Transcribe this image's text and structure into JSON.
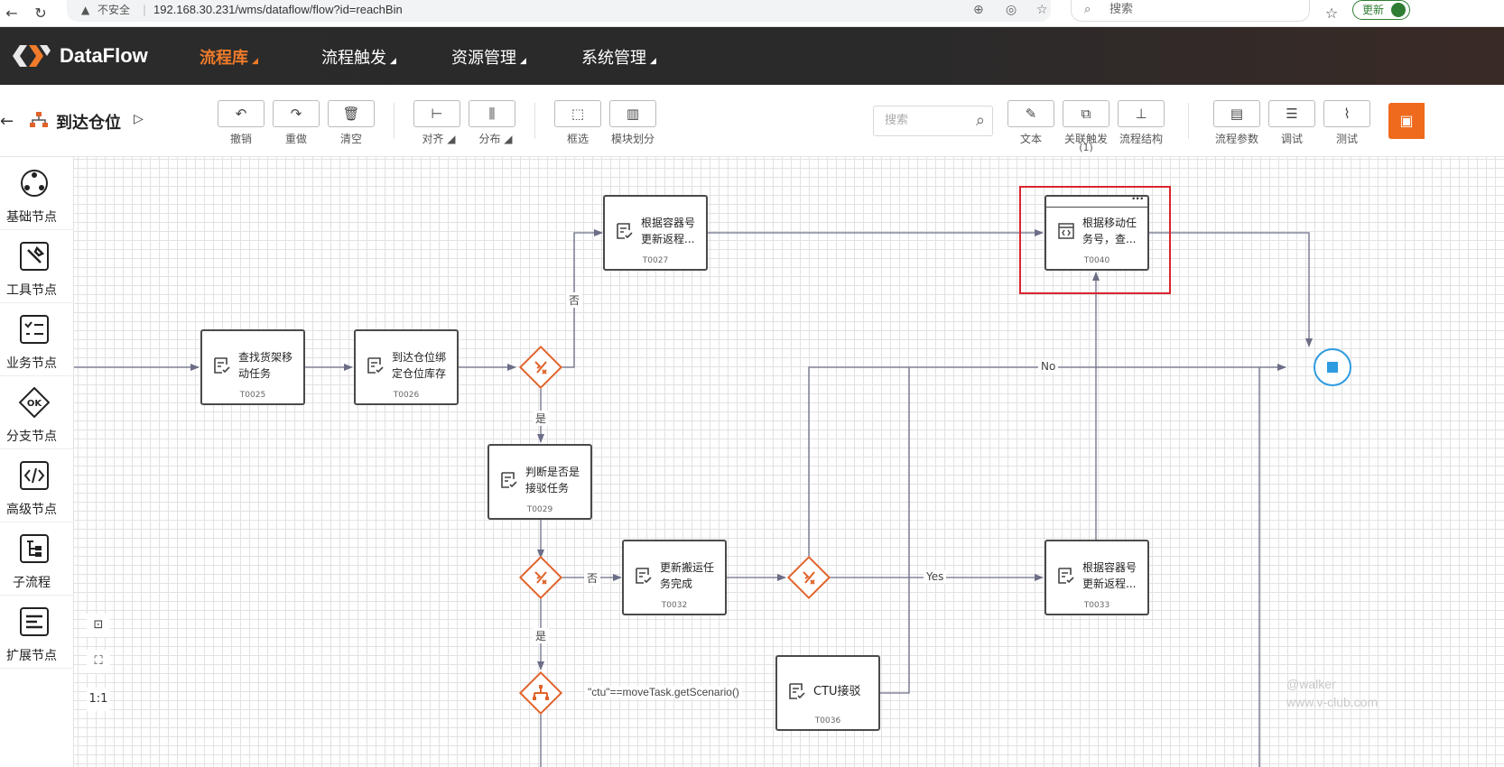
{
  "browser": {
    "insecure_label": "不安全",
    "url": "192.168.30.231/wms/dataflow/flow?id=reachBin",
    "search_placeholder": "搜索",
    "update_label": "更新"
  },
  "app": {
    "logo_text": "DataFlow",
    "nav": [
      {
        "label": "流程库",
        "active": true
      },
      {
        "label": "流程触发"
      },
      {
        "label": "资源管理"
      },
      {
        "label": "系统管理"
      }
    ]
  },
  "toolbar": {
    "flow_title": "到达仓位",
    "undo": "撤销",
    "redo": "重做",
    "clear": "清空",
    "align": "对齐",
    "distribute": "分布",
    "box_select": "框选",
    "module_split": "模块划分",
    "search_placeholder": "搜索",
    "text": "文本",
    "related_trigger": "关联触发",
    "related_trigger_count": "(1)",
    "flow_structure": "流程结构",
    "flow_params": "流程参数",
    "debug": "调试",
    "test": "测试"
  },
  "sidebar": {
    "items": [
      {
        "label": "基础节点",
        "icon": "basic-node-icon"
      },
      {
        "label": "工具节点",
        "icon": "tool-node-icon"
      },
      {
        "label": "业务节点",
        "icon": "business-node-icon"
      },
      {
        "label": "分支节点",
        "icon": "branch-node-icon"
      },
      {
        "label": "高级节点",
        "icon": "advanced-node-icon"
      },
      {
        "label": "子流程",
        "icon": "subflow-icon"
      },
      {
        "label": "扩展节点",
        "icon": "extension-node-icon"
      }
    ]
  },
  "nodes": {
    "t0025": {
      "line1": "查找货架移",
      "line2": "动任务",
      "code": "T0025"
    },
    "t0026": {
      "line1": "到达仓位绑",
      "line2": "定仓位库存",
      "code": "T0026"
    },
    "t0027": {
      "line1": "根据容器号",
      "line2": "更新返程...",
      "code": "T0027"
    },
    "t0029": {
      "line1": "判断是否是",
      "line2": "接驳任务",
      "code": "T0029"
    },
    "t0040": {
      "line1": "根据移动任",
      "line2": "务号，查...",
      "code": "T0040"
    },
    "t0032": {
      "line1": "更新搬运任",
      "line2": "务完成",
      "code": "T0032"
    },
    "t0033": {
      "line1": "根据容器号",
      "line2": "更新返程...",
      "code": "T0033"
    },
    "t0036": {
      "line1": "CTU接驳",
      "code": "T0036"
    }
  },
  "edge_labels": {
    "no_top": "否",
    "yes_1": "是",
    "no_mid": "否",
    "yes_2": "是",
    "no_en": "No",
    "yes_en": "Yes",
    "condition": "\"ctu\"==moveTask.getScenario()"
  },
  "zoom": {
    "fit": "1:1"
  },
  "watermark": {
    "line1": "@walker",
    "line2": "www.v-club.com"
  },
  "colors": {
    "accent": "#f07b2a",
    "diamond": "#e0632a",
    "end": "#2f9be0",
    "highlight": "#d9262e"
  }
}
